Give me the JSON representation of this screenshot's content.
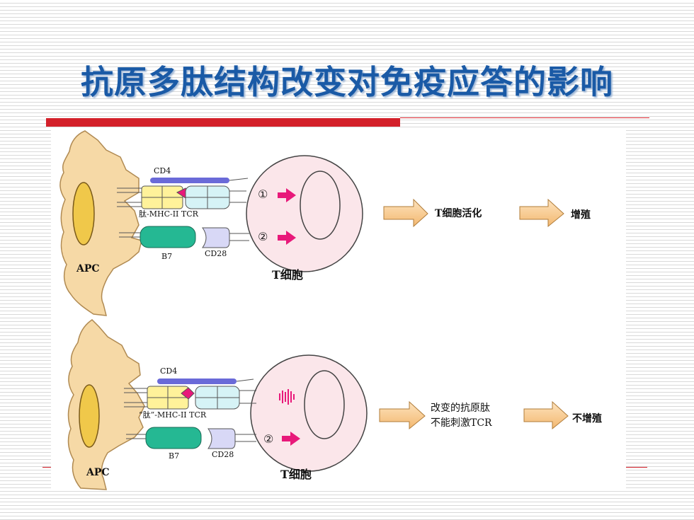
{
  "title": "抗原多肽结构改变对免疫应答的影响",
  "colors": {
    "title": "#1a5aa6",
    "accent_red": "#d3202a",
    "cell_fill": "#f6d9a6",
    "nucleus": "#f0c84a",
    "tcell_fill": "#fbe6ea",
    "arrow_pink": "#e8197a"
  },
  "top": {
    "cd4": "CD4",
    "signal1": "①",
    "signal2": "②",
    "complex": "肽-MHC-II TCR",
    "b7": "B7",
    "cd28": "CD28",
    "apc": "APC",
    "tcell": "T细胞",
    "outcome1": "T细胞活化",
    "outcome2": "增殖"
  },
  "bottom": {
    "cd4": "CD4",
    "signal2": "②",
    "complex": "“肽”-MHC-II TCR",
    "b7": "B7",
    "cd28": "CD28",
    "apc": "APC",
    "tcell": "T细胞",
    "outcome1_line1": "改变的抗原肽",
    "outcome1_line2": "不能刺激TCR",
    "outcome2": "不增殖"
  }
}
